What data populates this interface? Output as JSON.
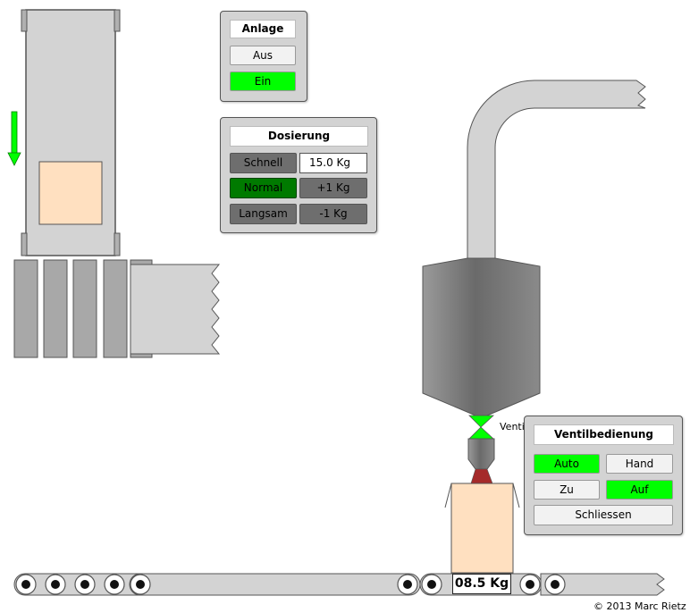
{
  "anlage": {
    "title": "Anlage",
    "off_label": "Aus",
    "on_label": "Ein"
  },
  "dosierung": {
    "title": "Dosierung",
    "fast_label": "Schnell",
    "normal_label": "Normal",
    "slow_label": "Langsam",
    "value": "15.0 Kg",
    "plus_label": "+1 Kg",
    "minus_label": "-1 Kg"
  },
  "ventil": {
    "label": "Ventil",
    "panel_title": "Ventilbedienung",
    "auto_label": "Auto",
    "hand_label": "Hand",
    "close_label": "Zu",
    "open_label": "Auf",
    "shut_label": "Schliessen"
  },
  "scale": {
    "weight": "08.5 Kg"
  },
  "footer": {
    "copyright": "© 2013 Marc Rietz"
  },
  "colors": {
    "active_green": "#00ff00",
    "dark_green": "#007a00",
    "box": "#ffe0c0",
    "machine_gray": "#d3d3d3",
    "valve_red": "#a52a2a"
  },
  "icons": {
    "down_arrow": "down-arrow-icon"
  }
}
